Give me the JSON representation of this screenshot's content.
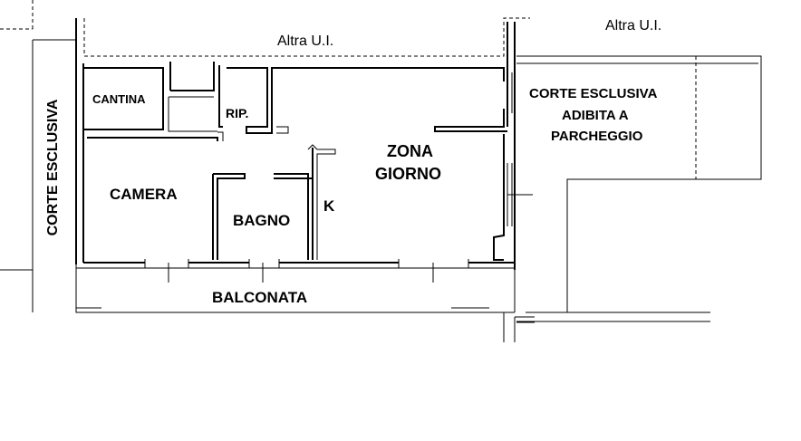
{
  "labels": {
    "altra_ui_left": "Altra U.I.",
    "altra_ui_right": "Altra U.I.",
    "corte_esclusiva_side": "CORTE ESCLUSIVA",
    "cantina": "CANTINA",
    "rip": "RIP.",
    "zona_giorno_1": "ZONA",
    "zona_giorno_2": "GIORNO",
    "camera": "CAMERA",
    "bagno": "BAGNO",
    "kitchen": "K",
    "balconata": "BALCONATA",
    "parcheggio_1": "CORTE ESCLUSIVA",
    "parcheggio_2": "ADIBITA A",
    "parcheggio_3": "PARCHEGGIO"
  }
}
